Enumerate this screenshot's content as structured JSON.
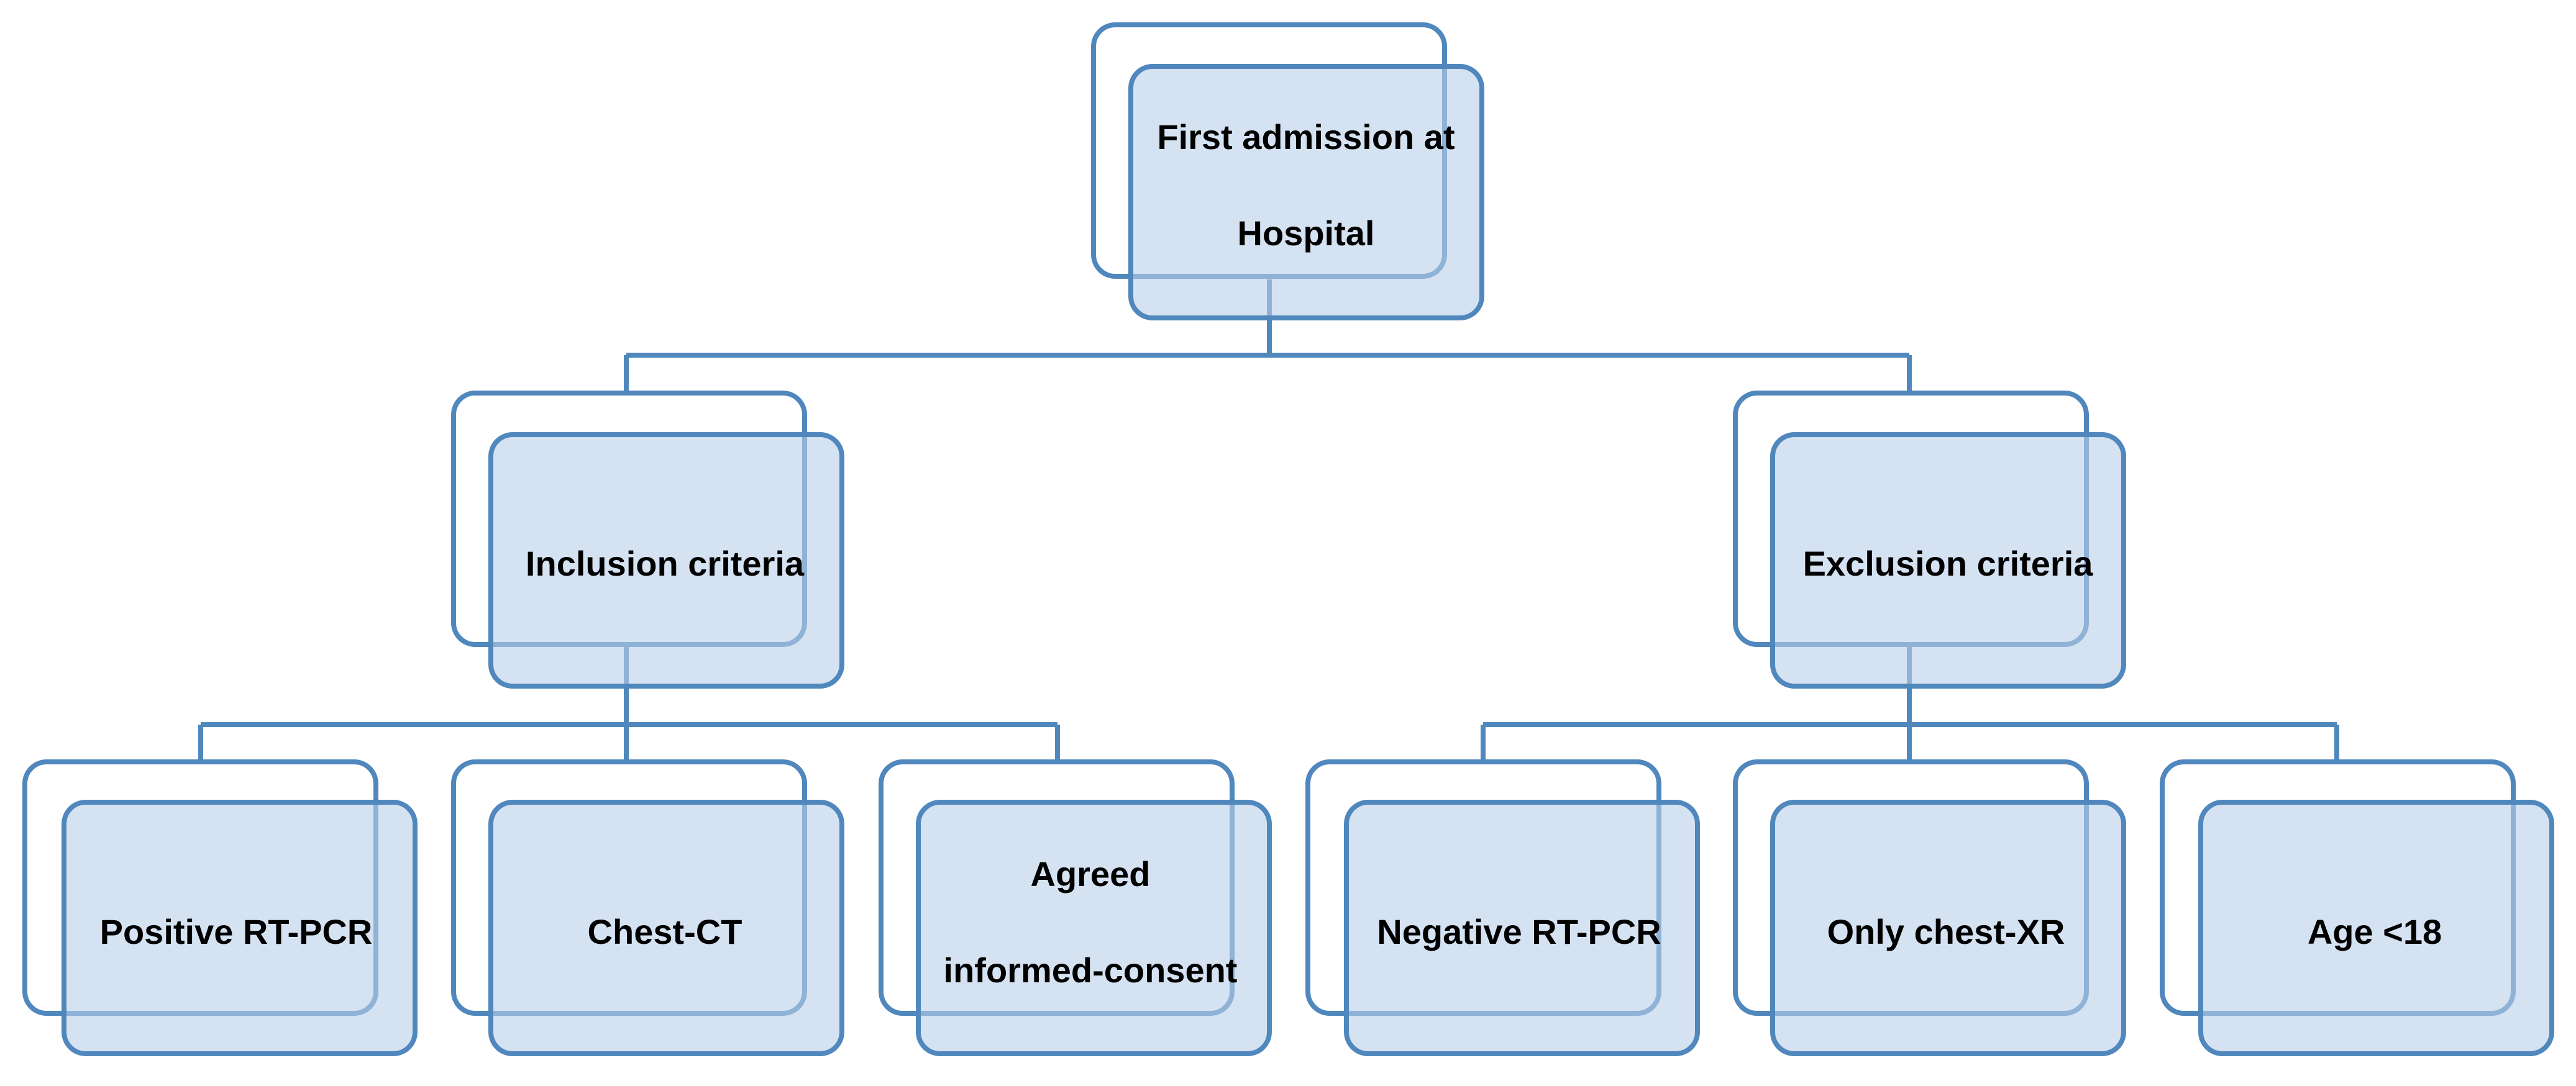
{
  "diagram": {
    "root": {
      "lines": [
        "First admission at",
        "Hospital"
      ]
    },
    "inclusion": {
      "lines": [
        "Inclusion criteria"
      ],
      "children": [
        {
          "lines": [
            "Positive RT-PCR"
          ]
        },
        {
          "lines": [
            "Chest-CT"
          ]
        },
        {
          "lines": [
            "Agreed",
            "informed-consent"
          ]
        }
      ]
    },
    "exclusion": {
      "lines": [
        "Exclusion criteria"
      ],
      "children": [
        {
          "lines": [
            "Negative RT-PCR"
          ]
        },
        {
          "lines": [
            "Only chest-XR"
          ]
        },
        {
          "lines": [
            "Age <18"
          ]
        }
      ]
    },
    "colors": {
      "stroke": "#5088bd",
      "fill": "#b9cfe8"
    }
  }
}
